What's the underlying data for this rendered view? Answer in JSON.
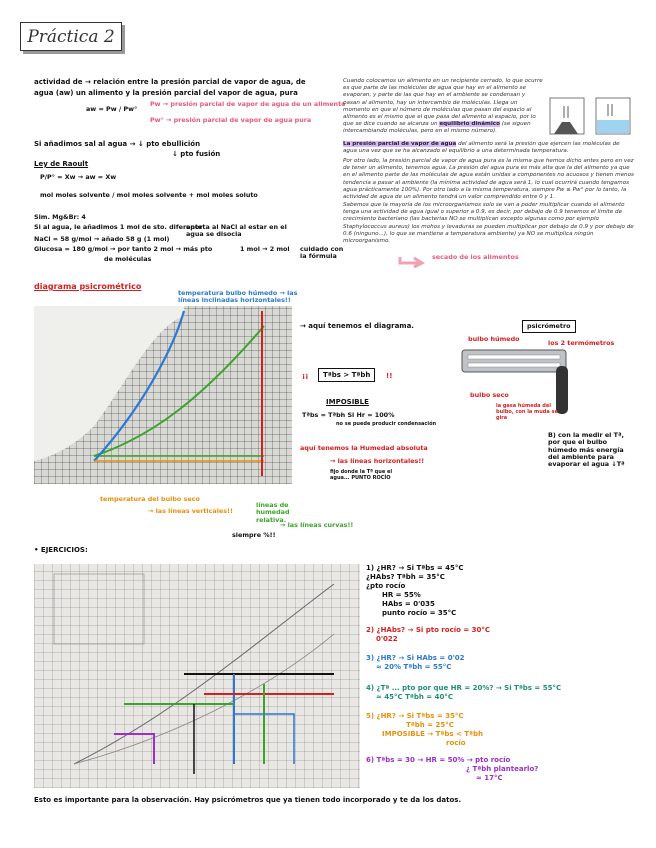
{
  "title": "Práctica 2",
  "top_notes": {
    "l1": "actividad de → relación entre la presión parcial de vapor de agua, de",
    "l2": "agua (aw)   un alimento y la presión parcial del vapor de agua, pura",
    "f1": "Pw → presión parcial de vapor de agua de un alimento",
    "f2": "Pw° → presión parcial de vapor de agua pura",
    "a1": "Si añadimos sal al agua → ↓ pto ebullición",
    "a2": "↓ pto fusión",
    "raoult": "Ley de Raoult",
    "r1": "P/P° = Xw → aw = Xw",
    "r2": "mol moles solvente / mol moles solvente + mol moles soluto",
    "ex1": "Sim. Mg&Br: 4",
    "ex2": "Si al agua, le añadimos 1 mol de sto. diferente",
    "ex3": "NaCl = 58 g/mol     → añado 58 g (1 mol)",
    "ex4": "Glucosa = 180 g/mol  → por tanto 2 mol → más pto",
    "ex5": "de moléculas",
    "ex6": "aporta al NaCl al estar en el agua se disocia",
    "ex7": "1 mol → 2 mol",
    "ex8": "cuidado con la fórmula"
  },
  "intro_paragraph": "Cuando colocamos un alimento en un recipiente cerrado, lo que ocurre es que parte de las moléculas de agua que hay en el alimento se evaporan, y parte de las que hay en el ambiente se condensan y pasan al alimento, hay un intercambio de moléculas. Llega un momento en que el número de moléculas que pasan del espacio al alimento es el mismo que el que pasa del alimento al espacio, por lo que se dice cuando se alcanza un",
  "intro_hl": "equilibrio dinámico",
  "intro_tail": "(se siguen intercambiando moléculas, pero en el mismo número).",
  "pressure_para_hl": "La presión parcial de vapor de agua",
  "pressure_para": "del alimento será la presión que ejercen las moléculas de agua una vez que se ha alcanzado el equilibrio a una determinada temperatura.",
  "pure_water_para": "Por otro lado, la presión parcial de vapor de agua pura es la misma que hemos dicho antes pero en vez de tener un alimento, tenemos agua. La presión del agua pura es más alta que la del alimento ya que en el alimento parte de las moléculas de agua están unidas a componentes no acuosos y tienen menos tendencia a pasar al ambiente (la mínima actividad de agua será 1, lo cual ocurrirá cuando tengamos agua prácticamente 100%). Por otro lado a la misma temperatura, siempre Pw ≤ Pw° por lo tanto, la actividad de agua de un alimento tendrá un valor comprendido entre 0 y 1.",
  "micro_para": "Sabemos que la mayoría de los microorganismos solo se van a poder multiplicar cuando el alimento tenga una actividad de agua igual o superior a 0.9, es decir, por debajo de 0.9 tenemos el límite de crecimiento bacteriano (las bacterias NO se multiplican excepto algunas como por ejemplo Staphylococcus aureus) los mohos y levaduras se pueden multiplicar por debajo de 0.9 y por debajo de 0.6 (ninguno...), lo que se mantiene a temperatura ambiente) ya NO se multiplica ningún microorganismo.",
  "secado_label": "secado de los alimentos",
  "diagram_title": "diagrama psicrométrico",
  "diagram_notes": {
    "bulbo_humedo": "temperatura bulbo húmedo → las líneas inclinadas horizontales!!",
    "aqui": "→ aquí tenemos el diagrama.",
    "red_box": "Tªbs > Tªbh",
    "imposible": "IMPOSIBLE",
    "equal": "Tªbs = Tªbh  Si  Hr = 100%",
    "equal_note": "no se puede producir condensación",
    "humedad": "aquí tenemos la Humedad absoluta",
    "humedad2": "→ las líneas horizontales!!",
    "punto": "fijo donde la Tª que el agua... PUNTO ROCÍO",
    "seco": "temperatura del bulbo seco",
    "seco2": "→ las líneas verticales!!",
    "relativa": "líneas de humedad relativa.",
    "relativa2": "→ las líneas curvas!!",
    "siempre": "siempre %!!"
  },
  "psychrometer": {
    "label": "psicrómetro",
    "hum": "bulbo húmedo",
    "dry": "bulbo seco",
    "thermo": "los 2 termómetros",
    "gira": "la gasa húmeda del bulbo, con la muda se gira",
    "note": "B) con la medir el Tª, por que el bulbo húmedo más energía del ambiente para evaporar el agua ↓Tª"
  },
  "ejercicios_title": "• EJERCICIOS:",
  "exercises": [
    {
      "n": "1",
      "a": "¿HR?    → Si  Tªbs = 45°C",
      "b": "¿HAbs?              Tªbh = 35°C",
      "c": "¿pto rocío",
      "d": "HR = 55%",
      "e": "HAbs = 0'035",
      "f": "punto rocío = 35°C"
    },
    {
      "n": "2",
      "a": "¿HAbs? → Si  pto rocío = 30°C",
      "b": "0'022"
    },
    {
      "n": "3",
      "a": "¿HR?  → Si  HAbs = 0'02",
      "b": "≈ 20%          Tªbh = 55°C"
    },
    {
      "n": "4",
      "a": "¿Tª ... pto por que  HR = 20%? → Si  Tªbs = 55°C",
      "b": "≈ 45°C                           Tªbh = 40°C"
    },
    {
      "n": "5",
      "a": "¿HR?  → Si  Tªbs = 35°C",
      "b": "Tªbh = 25°C",
      "c": "IMPOSIBLE → Tªbs < Tªbh",
      "d": "rocío"
    },
    {
      "n": "6",
      "a": "Tªbs = 30 → HR = 50% → pto rocío",
      "b": "¿ Tªbh plantearlo?",
      "c": "≈ 17°C"
    }
  ],
  "footer": "Esto es importante para la observación. Hay psicrómetros que ya tienen todo incorporado y te da los datos."
}
